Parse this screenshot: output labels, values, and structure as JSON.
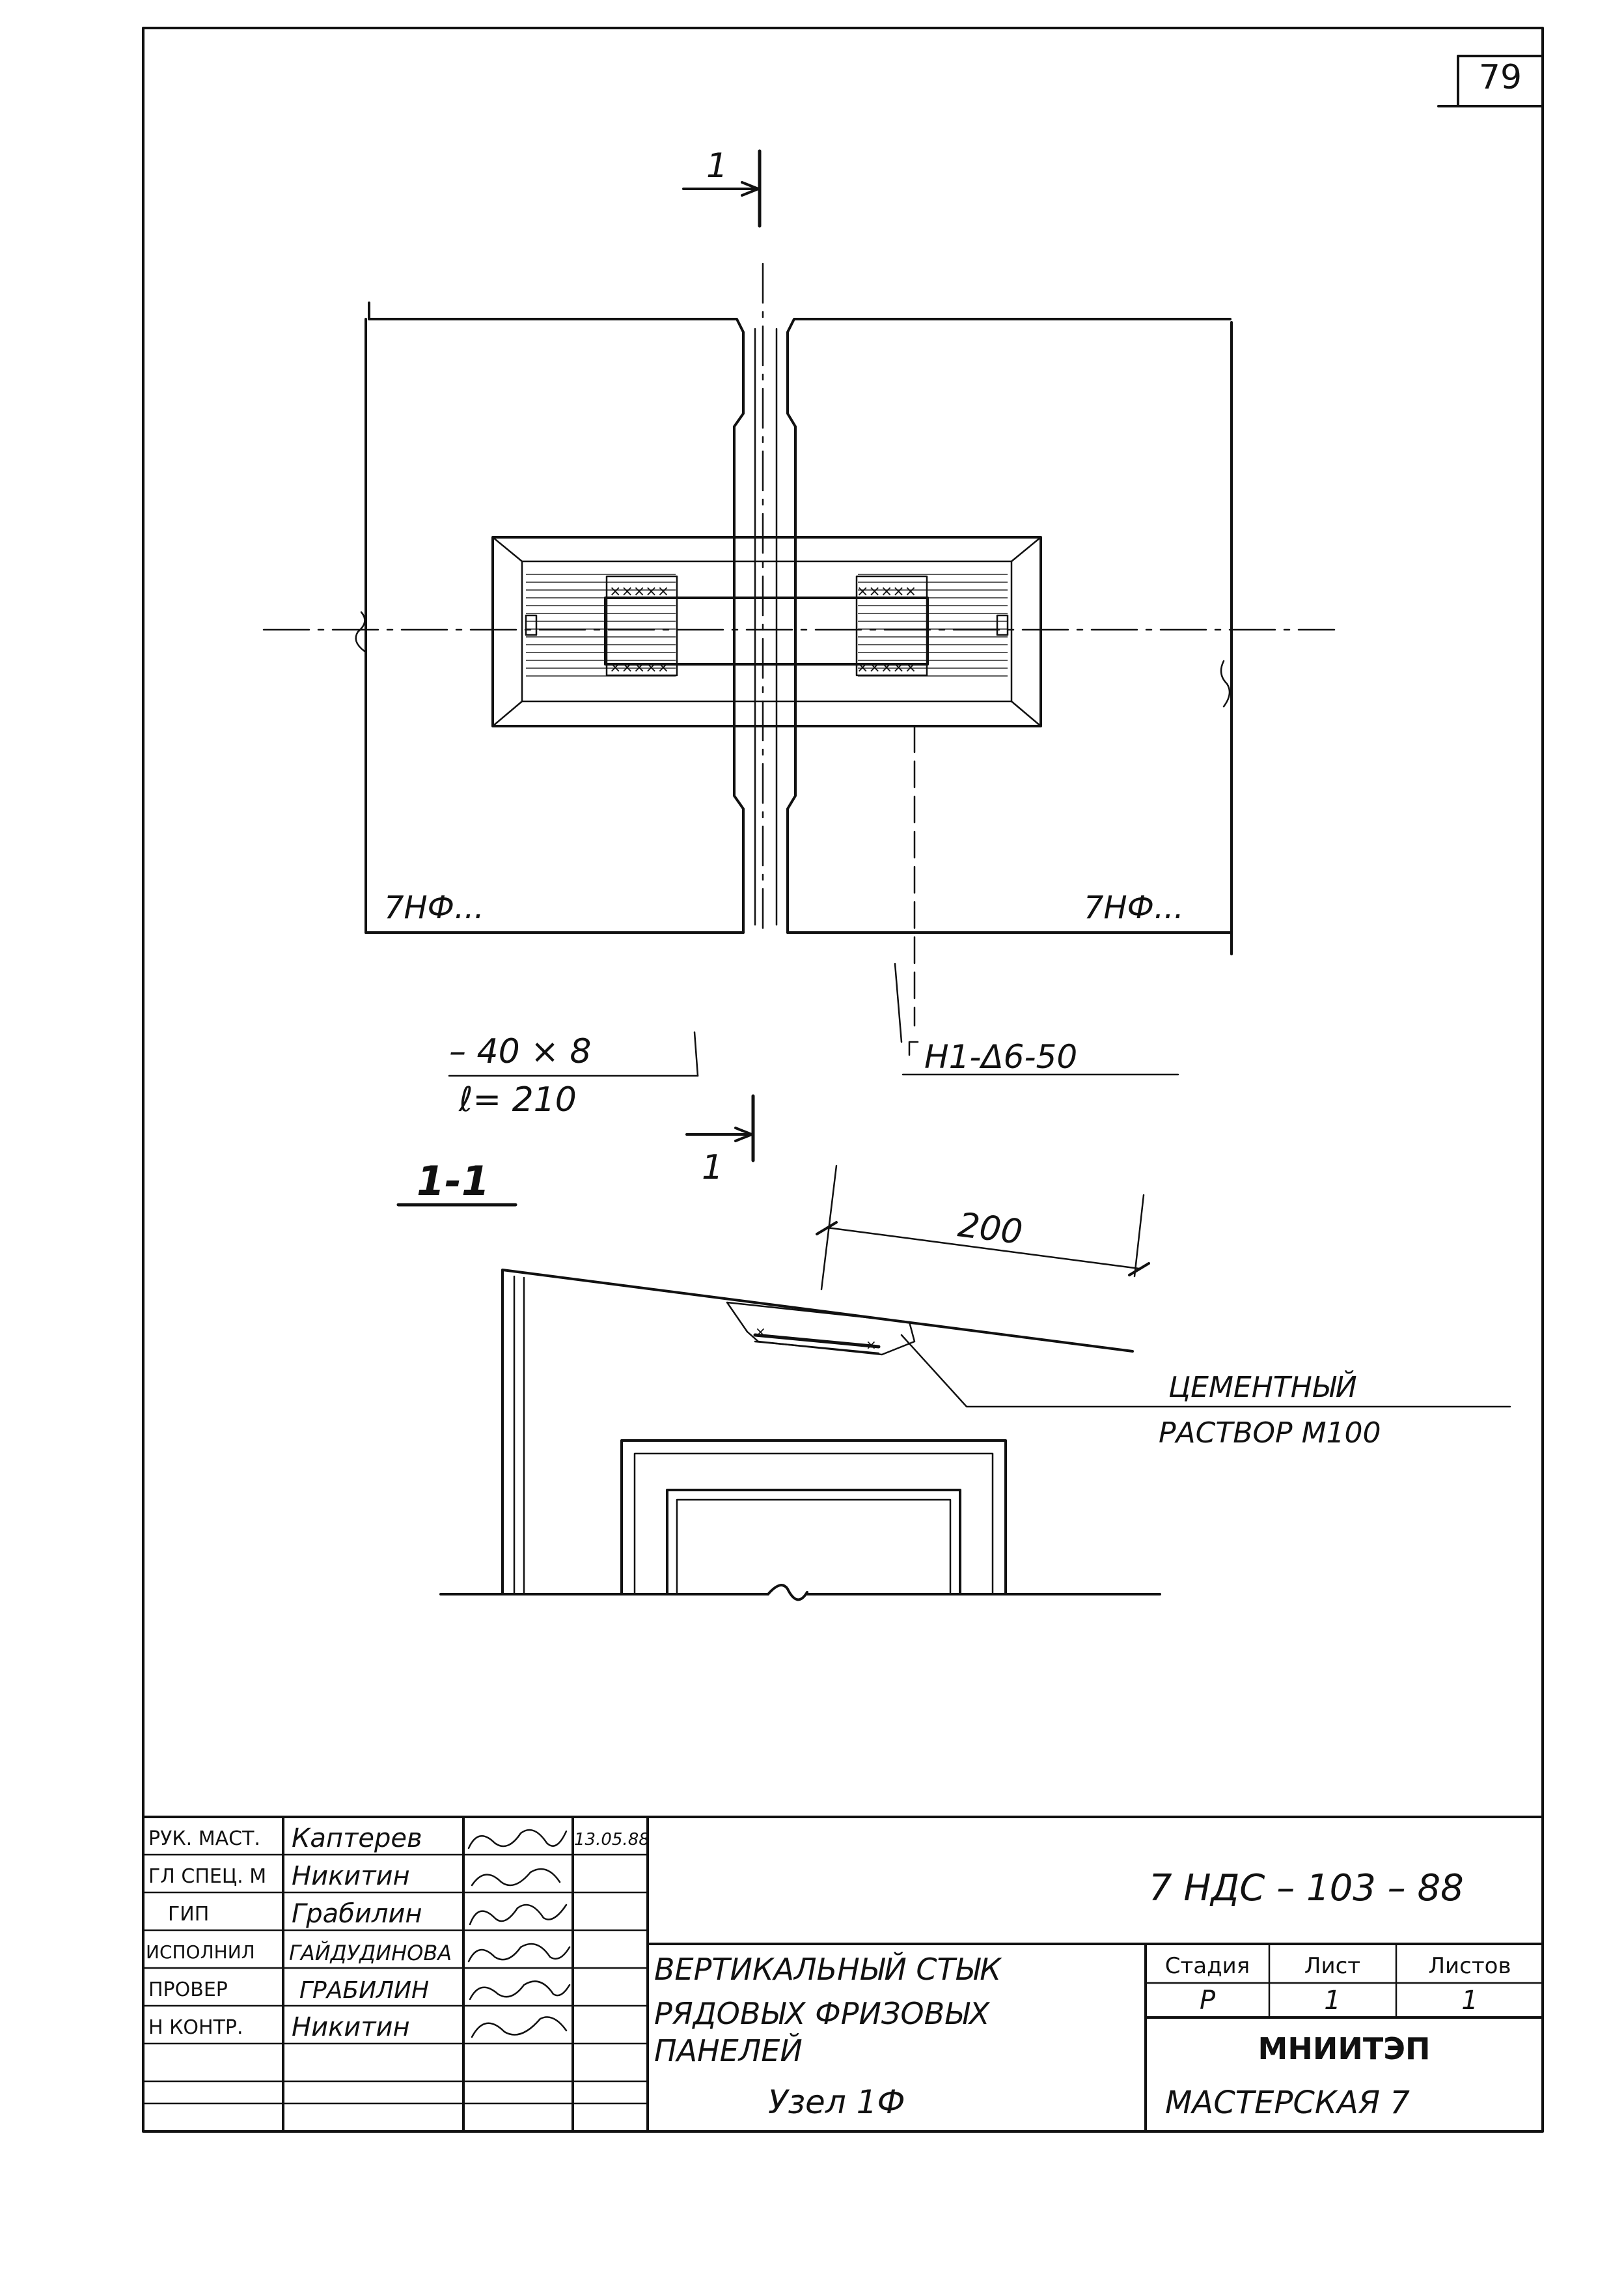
{
  "sheet": {
    "page_number": "79"
  },
  "plan": {
    "section_label_top": "1",
    "section_label_bottom": "1",
    "panel_left_label": "7НФ...",
    "panel_right_label": "7НФ...",
    "plate_label_line1": "– 40 × 8",
    "plate_label_line2": "ℓ= 210",
    "anchor_label": "Н1-Δ6-50"
  },
  "section": {
    "title": "1-1",
    "dimension": "200",
    "mortar_label_line1": "ЦЕМЕНТНЫЙ",
    "mortar_label_line2": "РАСТВОР М100"
  },
  "title_block": {
    "signatures": [
      {
        "role": "РУК. МАСТ.",
        "name": "Каптерев",
        "date": "13.05.88"
      },
      {
        "role": "ГЛ СПЕЦ. М",
        "name": "Никитин",
        "date": ""
      },
      {
        "role": "ГИП",
        "name": "Грабилин",
        "date": ""
      },
      {
        "role": "ИСПОЛНИЛ",
        "name": "ГАЙДУДИНОВА",
        "date": ""
      },
      {
        "role": "ПРОВЕР",
        "name": "ГРАБИЛИН",
        "date": ""
      },
      {
        "role": "Н КОНТР.",
        "name": "Никитин",
        "date": ""
      }
    ],
    "document_code": "7 НДС – 103 – 88",
    "title_line1": "ВЕРТИКАЛЬНЫЙ СТЫК",
    "title_line2": "РЯДОВЫХ ФРИЗОВЫХ",
    "title_line3": "ПАНЕЛЕЙ",
    "node_label": "Узел 1Ф",
    "stage_header": "Стадия",
    "sheet_header": "Лист",
    "sheets_header": "Листов",
    "stage_value": "Р",
    "sheet_value": "1",
    "sheets_value": "1",
    "organization": "МНИИТЭП",
    "workshop": "МАСТЕРСКАЯ 7"
  }
}
